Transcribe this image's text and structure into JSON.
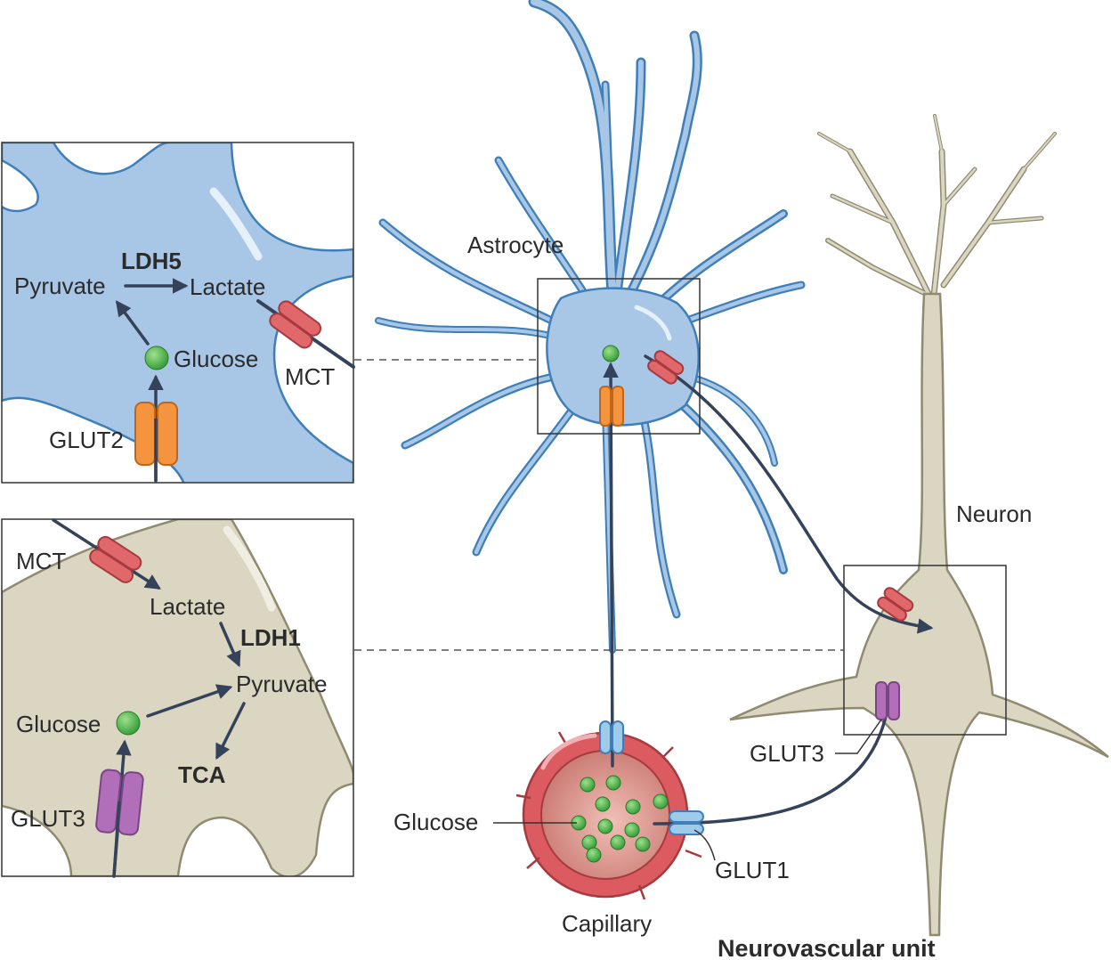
{
  "labels": {
    "astrocyte": "Astrocyte",
    "neuron": "Neuron",
    "capillary": "Capillary",
    "glucose_capillary": "Glucose",
    "glut1": "GLUT1",
    "glut3_main": "GLUT3",
    "title": "Neurovascular unit"
  },
  "astro_inset": {
    "ldh": "LDH5",
    "pyruvate": "Pyruvate",
    "lactate": "Lactate",
    "glucose": "Glucose",
    "mct": "MCT",
    "glut": "GLUT2"
  },
  "neuron_inset": {
    "mct": "MCT",
    "lactate": "Lactate",
    "ldh": "LDH1",
    "pyruvate": "Pyruvate",
    "glucose": "Glucose",
    "tca": "TCA",
    "glut": "GLUT3"
  },
  "colors": {
    "astrocyte": "#a8c6e6",
    "astrocyte_outline": "#3f7fb8",
    "neuron": "#dad6c2",
    "neuron_outline": "#8f8a70",
    "capillary_wall": "#dc5b60",
    "capillary_lumen": "#d99a92",
    "glucose": "#4cb848",
    "arrow": "#34425a",
    "mct": "#e0686b",
    "glut2": "#f4943f",
    "glut3": "#b06fb8",
    "glut1": "#9fcbea"
  }
}
